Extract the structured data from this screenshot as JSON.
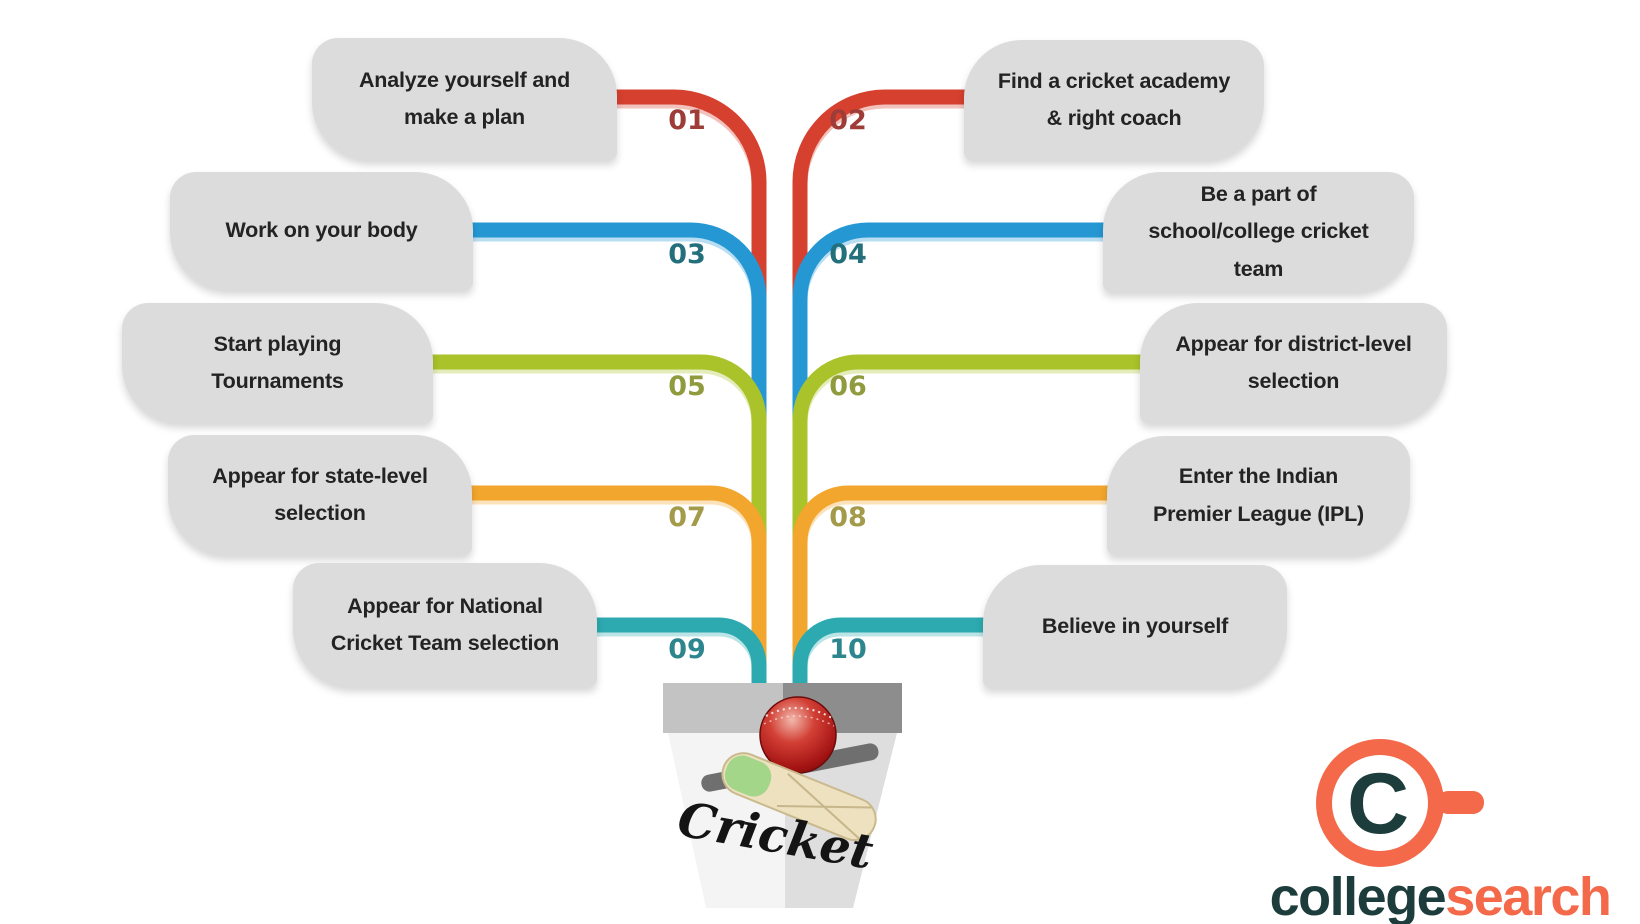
{
  "steps": [
    {
      "num": "01",
      "label": "Analyze yourself and\nmake a plan",
      "side": "left",
      "line_color": "#d6402e",
      "num_color": "#9e3d38"
    },
    {
      "num": "02",
      "label": "Find a cricket academy\n& right coach",
      "side": "right",
      "line_color": "#d6402e",
      "num_color": "#9e3d38"
    },
    {
      "num": "03",
      "label": "Work on your body",
      "side": "left",
      "line_color": "#2598d4",
      "num_color": "#23707c"
    },
    {
      "num": "04",
      "label": "Be a part of\nschool/college cricket\nteam",
      "side": "right",
      "line_color": "#2598d4",
      "num_color": "#23707c"
    },
    {
      "num": "05",
      "label": "Start playing\nTournaments",
      "side": "left",
      "line_color": "#aac32a",
      "num_color": "#8f9b3c"
    },
    {
      "num": "06",
      "label": "Appear for district-level\nselection",
      "side": "right",
      "line_color": "#aac32a",
      "num_color": "#8f9b3c"
    },
    {
      "num": "07",
      "label": "Appear for state-level\nselection",
      "side": "left",
      "line_color": "#f2a62d",
      "num_color": "#a39a4a"
    },
    {
      "num": "08",
      "label": "Enter the Indian\nPremier League (IPL)",
      "side": "right",
      "line_color": "#f2a62d",
      "num_color": "#a39a4a"
    },
    {
      "num": "09",
      "label": "Appear for National\nCricket Team selection",
      "side": "left",
      "line_color": "#2caab0",
      "num_color": "#2d868d"
    },
    {
      "num": "10",
      "label": "Believe in yourself",
      "side": "right",
      "line_color": "#2caab0",
      "num_color": "#2d868d"
    }
  ],
  "center": {
    "pot_label": "Cricket"
  },
  "logo": {
    "letter": "C",
    "word_primary": "college",
    "word_secondary": "search",
    "orange": "#f4694a",
    "dark": "#1d3d3c"
  },
  "colors": {
    "box_fill": "#dcdcdc",
    "box_text": "#232323",
    "pot_rim_left": "#c3c3c3",
    "pot_rim_right": "#8d8d8d",
    "pot_body_left": "#f4f4f4",
    "pot_body_right": "#dedede",
    "ball_red": "#b72020"
  }
}
